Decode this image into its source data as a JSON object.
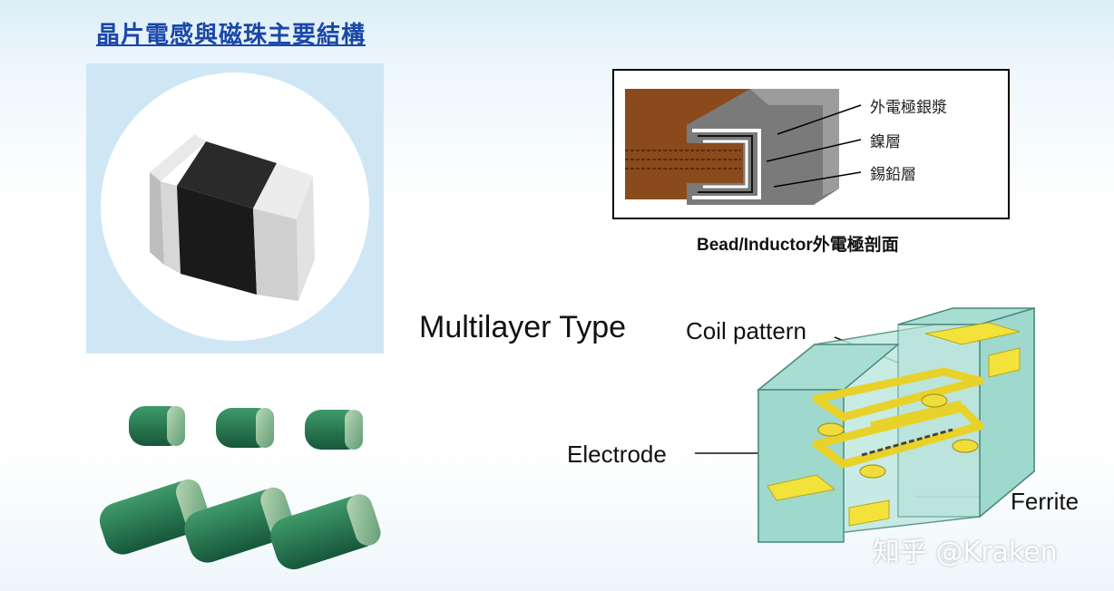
{
  "title": "晶片電感與磁珠主要結構",
  "cross_section": {
    "labels": [
      "外電極銀漿",
      "鎳層",
      "錫鉛層"
    ],
    "caption": "Bead/Inductor外電極剖面"
  },
  "multilayer": {
    "title": "Multilayer Type",
    "coil_label": "Coil pattern",
    "electrode_label": "Electrode",
    "ferrite_label": "Ferrite"
  },
  "watermark": "知乎 @Kraken",
  "colors": {
    "title_blue": "#1a47a8",
    "copper": "#8b4a1c",
    "ferrite_cyan": "#bfe8e0",
    "coil_yellow": "#f2e23a",
    "chip_green": "#1f6b45"
  }
}
